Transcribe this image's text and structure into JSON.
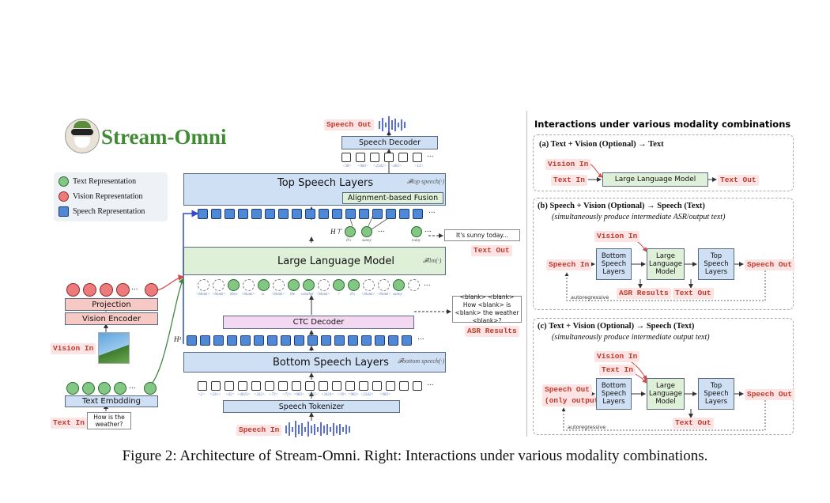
{
  "logo": {
    "title": "Stream-Omni"
  },
  "legend": {
    "text_rep": "Text Representation",
    "vision_rep": "Vision Representation",
    "speech_rep": "Speech Representation"
  },
  "left": {
    "speech_out": "Speech Out",
    "speech_decoder": "Speech Decoder",
    "top_speech_layers": "Top Speech Layers",
    "alignment_fusion": "Alignment-based Fusion",
    "llm": "Large Language Model",
    "ctc_decoder": "CTC Decoder",
    "bottom_speech_layers": "Bottom Speech Layers",
    "speech_tokenizer": "Speech Tokenizer",
    "speech_in": "Speech In",
    "projection": "Projection",
    "vision_encoder": "Vision Encoder",
    "vision_in": "Vision In",
    "text_embedding": "Text Embdding",
    "text_in": "Text In",
    "text_in_content": "How is the weather?",
    "text_out": "Text Out",
    "sunny_today": "It's sunny today...",
    "asr_results": "ASR Results",
    "asr_text": "<blank> <blank> How <blank> is <blank> the weather <blank>?",
    "ellipsis": "...",
    "f_top": "𝓕top speech(·)",
    "f_llm": "𝓕llm(·)",
    "f_bottom": "𝓕bottom speech(·)",
    "h_top": "H⊤",
    "h_bottom": "H¹",
    "top_out_words": [
      "It's",
      "sunny",
      "today"
    ],
    "llm_tokens": [
      "<blank>",
      "<blank>",
      "How",
      "<blank>",
      "is",
      "<blank>",
      "the",
      "weather",
      "<blank>",
      "?",
      "It's",
      "<blank>",
      "<blank>",
      "sunny"
    ],
    "decoder_units": [
      "<38>",
      "<983>",
      "<2342>",
      "<465>",
      "<13>"
    ],
    "tokenizer_units": [
      "<2>",
      "<331>",
      "<42>",
      "<4023>",
      "<332>",
      "<72>",
      "<72>",
      "<983>",
      "<325>",
      "<3424>",
      "<39>",
      "<983>",
      "<2342>",
      "<983>"
    ]
  },
  "right": {
    "header": "Interactions under various modality combinations",
    "a": {
      "title": "(a) Text + Vision (Optional) → Text",
      "vision_in": "Vision In",
      "text_in": "Text In",
      "llm": "Large Language Model",
      "text_out": "Text Out"
    },
    "b": {
      "title": "(b)  Speech + Vision (Optional) → Speech (Text)",
      "subtitle": "(simultaneously produce intermediate ASR/output text)",
      "vision_in": "Vision In",
      "speech_in": "Speech In",
      "bottom": "Bottom Speech Layers",
      "llm": "Large Language Model",
      "top": "Top Speech Layers",
      "speech_out": "Speech Out",
      "asr": "ASR Results",
      "text_out": "Text Out",
      "autoregressive": "autoregressive"
    },
    "c": {
      "title": "(c) Text + Vision (Optional) → Speech  (Text)",
      "subtitle": "(simultaneously produce intermediate output text)",
      "vision_in": "Vision In",
      "text_in": "Text In",
      "speech_out_in": "Speech Out",
      "only_output": "(only output)",
      "bottom": "Bottom Speech Layers",
      "llm": "Large Language Model",
      "top": "Top Speech Layers",
      "speech_out": "Speech Out",
      "text_out": "Text Out",
      "autoregressive": "autoregressive"
    }
  },
  "caption": "Figure 2: Architecture of Stream-Omni. Right: Interactions under various modality combinations."
}
